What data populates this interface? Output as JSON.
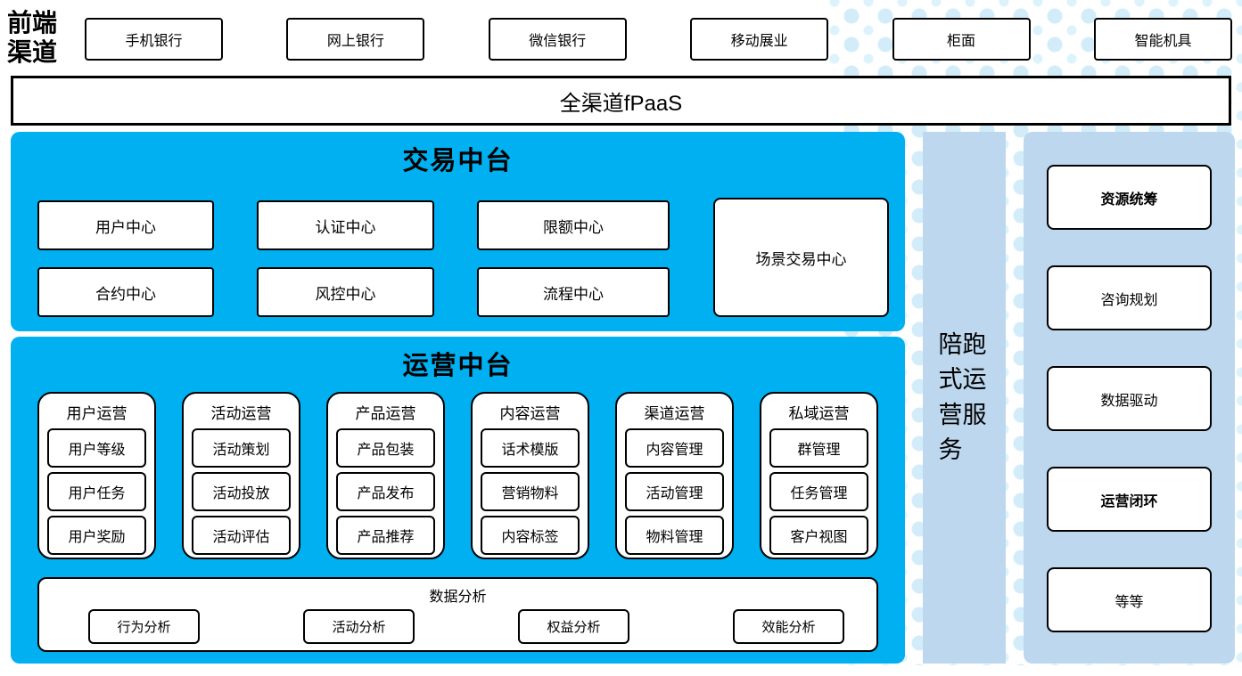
{
  "front_channels": {
    "label": "前端渠道",
    "items": [
      "手机银行",
      "网上银行",
      "微信银行",
      "移动展业",
      "柜面",
      "智能机具"
    ]
  },
  "fpaas": {
    "label": "全渠道fPaaS"
  },
  "trade_platform": {
    "title": "交易中台",
    "grid_boxes": [
      "用户中心",
      "认证中心",
      "限额中心",
      "合约中心",
      "风控中心",
      "流程中心"
    ],
    "tall_box": "场景交易中心"
  },
  "operation_platform": {
    "title": "运营中台",
    "groups": [
      {
        "title": "用户运营",
        "items": [
          "用户等级",
          "用户任务",
          "用户奖励"
        ]
      },
      {
        "title": "活动运营",
        "items": [
          "活动策划",
          "活动投放",
          "活动评估"
        ]
      },
      {
        "title": "产品运营",
        "items": [
          "产品包装",
          "产品发布",
          "产品推荐"
        ]
      },
      {
        "title": "内容运营",
        "items": [
          "话术模版",
          "营销物料",
          "内容标签"
        ]
      },
      {
        "title": "渠道运营",
        "items": [
          "内容管理",
          "活动管理",
          "物料管理"
        ]
      },
      {
        "title": "私域运营",
        "items": [
          "群管理",
          "任务管理",
          "客户视图"
        ]
      }
    ],
    "data_analysis": {
      "title": "数据分析",
      "items": [
        "行为分析",
        "活动分析",
        "权益分析",
        "效能分析"
      ]
    }
  },
  "side_bar": {
    "label": "陪跑式运营服务"
  },
  "right_panel": {
    "items": [
      {
        "label": "资源统筹",
        "bold": true
      },
      {
        "label": "咨询规划",
        "bold": false
      },
      {
        "label": "数据驱动",
        "bold": false
      },
      {
        "label": "运营闭环",
        "bold": true
      },
      {
        "label": "等等",
        "bold": false
      }
    ]
  },
  "colors": {
    "accent_blue": "#00b0f0",
    "light_blue": "#bdd7ee",
    "dot_blue": "#d2edf9",
    "box_border": "#000000"
  }
}
